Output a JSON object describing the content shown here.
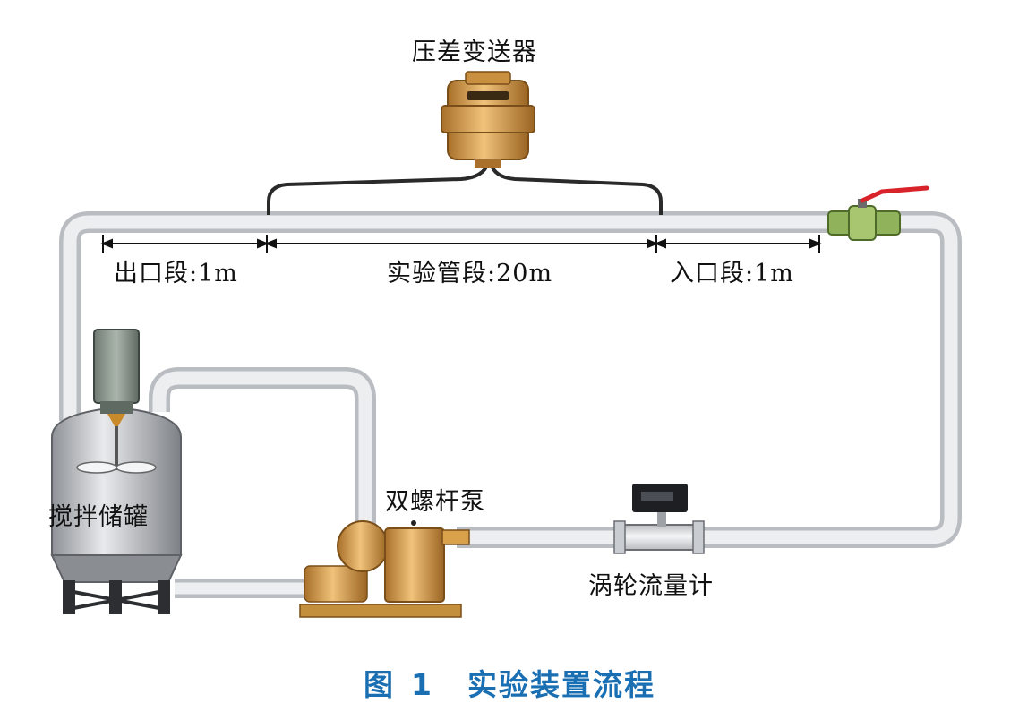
{
  "labels": {
    "dp_transmitter": "压差变送器",
    "outlet_section": "出口段:1m",
    "test_section": "实验管段:20m",
    "inlet_section": "入口段:1m",
    "tank": "搅拌储罐",
    "pump": "双螺杆泵",
    "flowmeter": "涡轮流量计"
  },
  "caption": {
    "prefix": "图",
    "number": "1",
    "title": "实验装置流程"
  },
  "colors": {
    "pipe": "#e3e5e7",
    "pipe_edge": "#b9bcc0",
    "brass": "#d9a24a",
    "valve_green": "#8fb25a",
    "valve_handle": "#d8232a",
    "caption": "#1a6fb3"
  },
  "icons": [
    "dp-transmitter-icon",
    "valve-icon",
    "tank-icon",
    "motor-icon",
    "pump-icon",
    "flowmeter-icon"
  ]
}
